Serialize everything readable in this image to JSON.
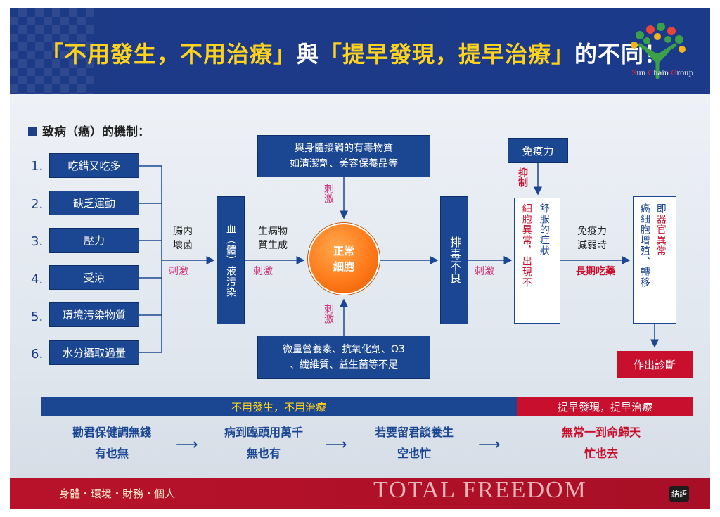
{
  "header": {
    "title_parts": [
      "「不用發生，不用治療」",
      "與",
      "「提早發現，提早治療」",
      "的不同！"
    ],
    "logo_text": "Sun Chain Group"
  },
  "section_title": "致病（癌）的機制：",
  "causes": [
    {
      "num": "1.",
      "label": "吃錯又吃多"
    },
    {
      "num": "2.",
      "label": "缺乏運動"
    },
    {
      "num": "3.",
      "label": "壓力"
    },
    {
      "num": "4.",
      "label": "受涼"
    },
    {
      "num": "5.",
      "label": "環境污染物質"
    },
    {
      "num": "6.",
      "label": "水分攝取過量"
    }
  ],
  "flow": {
    "gut_label": "腸内\n壞菌",
    "stimulate": "刺激",
    "blood": "血（體）液污染",
    "disease_label": "生病物\n質生成",
    "top_box": "與身體接觸的有毒物質\n如清潔劑、美容保養品等",
    "bottom_box": "微量營養素、抗氧化劑、Ω3\n、纖維質、益生菌等不足",
    "normal_cell": "正常\n細胞",
    "detox": "排毒不良",
    "immunity": "免疫力",
    "suppress": "抑制",
    "symptom_col1": "舒服的症狀",
    "symptom_col2": "細胞異常，出現不",
    "immunity_weak": "免疫力\n減弱時",
    "long_term_med": "長期吃藥",
    "organ_col1a": "即",
    "organ_col1b": "器官異常",
    "organ_col2": "癌細胞增殖、轉移",
    "diagnose": "作出診斷"
  },
  "bars": {
    "left": "不用發生，不用治療",
    "right": "提早發現，提早治療"
  },
  "phrases": [
    {
      "line1": "勸君保健調無錢",
      "line2": "有也無"
    },
    {
      "line1": "病到臨頭用萬千",
      "line2": "無也有"
    },
    {
      "line1": "若要留君談養生",
      "line2": "空也忙"
    },
    {
      "line1": "無常一到命歸天",
      "line2": "忙也去"
    }
  ],
  "footer": {
    "left": "身體・環境・財務・個人",
    "big": "TOTAL FREEDOM",
    "tag": "結語"
  },
  "colors": {
    "navy": "#1b4692",
    "red": "#c8102e",
    "yellow": "#ffd21e",
    "pink": "#d0367a",
    "orange": "#ff7a1a"
  }
}
